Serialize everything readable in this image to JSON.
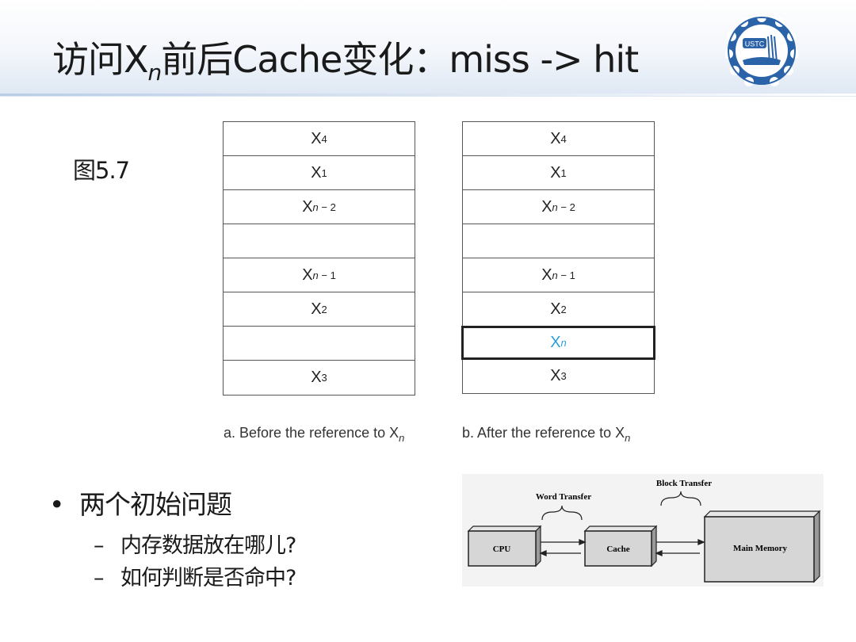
{
  "slide": {
    "title_part1": "访问X",
    "title_sub": "n",
    "title_part2": "前后Cache变化：miss -> hit",
    "logo_text": "USTC",
    "figure_label": "图5.7"
  },
  "figure": {
    "table_a": [
      "X4",
      "X1",
      "Xn−2",
      "",
      "Xn−1",
      "X2",
      "",
      "X3"
    ],
    "table_b": [
      "X4",
      "X1",
      "Xn−2",
      "",
      "Xn−1",
      "X2",
      "Xn",
      "X3"
    ],
    "caption_a": "a. Before the reference to X",
    "caption_a_sub": "n",
    "caption_b": "b. After the reference to X",
    "caption_b_sub": "n"
  },
  "bullets": {
    "main": "两个初始问题",
    "sub": [
      "内存数据放在哪儿?",
      "如何判断是否命中?"
    ]
  },
  "diagram": {
    "cpu": "CPU",
    "cache": "Cache",
    "memory": "Main Memory",
    "word_transfer": "Word Transfer",
    "block_transfer": "Block Transfer"
  },
  "colors": {
    "highlight": "#2aa0d8",
    "logo_blue": "#2b63a8"
  }
}
